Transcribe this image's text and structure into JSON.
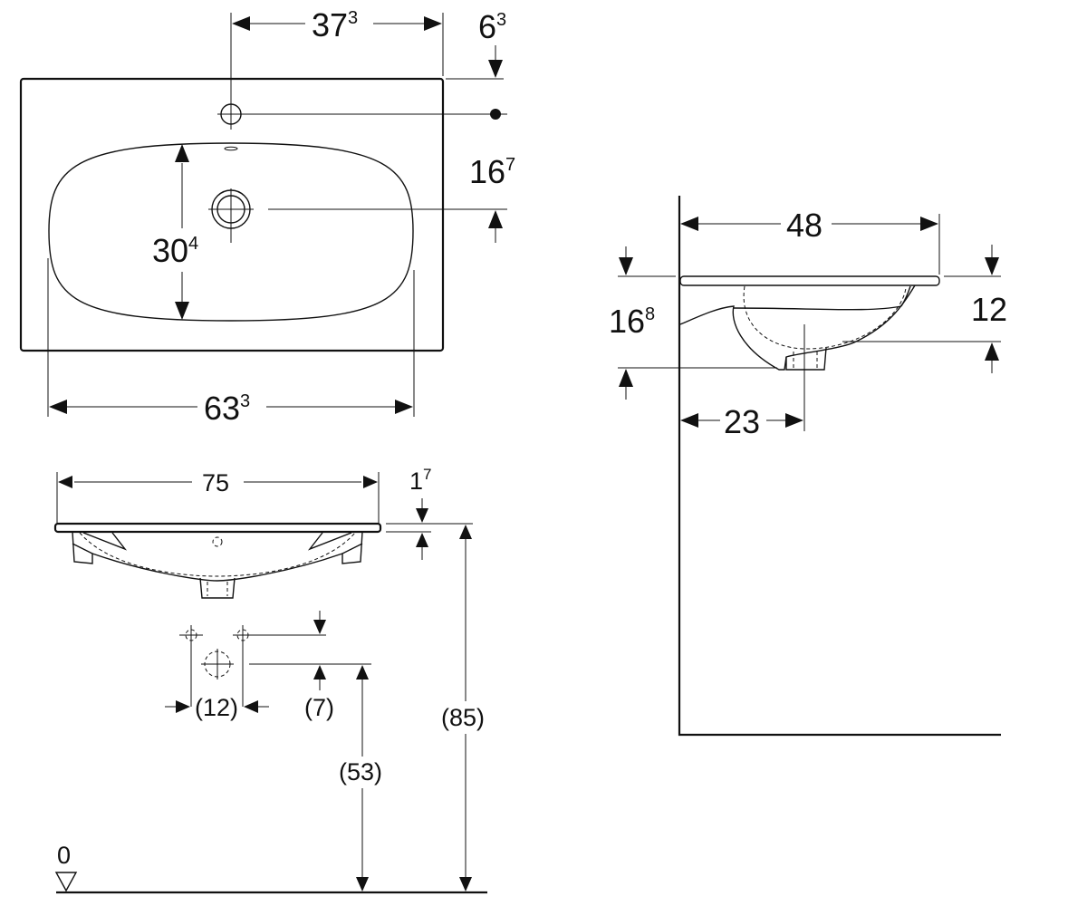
{
  "top_view": {
    "dim_tap_offset": {
      "main": "37",
      "sup": "3"
    },
    "dim_edge_to_tap": {
      "main": "6",
      "sup": "3"
    },
    "dim_tap_to_drain": {
      "main": "16",
      "sup": "7"
    },
    "dim_bowl_depth": {
      "main": "30",
      "sup": "4"
    },
    "dim_bowl_width": {
      "main": "63",
      "sup": "3"
    }
  },
  "front_view": {
    "dim_total_width": "75",
    "dim_rim_thickness": {
      "main": "1",
      "sup": "7"
    },
    "dim_supply_spacing": "(12)",
    "dim_supply_offset": "(7)",
    "dim_drain_height": "(53)",
    "dim_rim_height": "(85)",
    "floor_level": "0"
  },
  "side_view": {
    "dim_depth": "48",
    "dim_bowl_height": {
      "main": "16",
      "sup": "8"
    },
    "dim_inner_height": "12",
    "dim_drain_offset": "23"
  }
}
